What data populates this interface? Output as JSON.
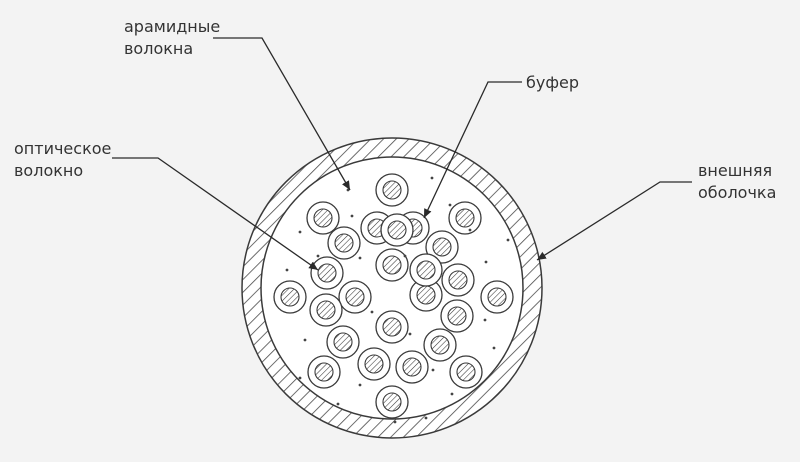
{
  "diagram": {
    "labels": {
      "aramid": [
        "арамидные",
        "волокна"
      ],
      "buffer": "буфер",
      "optical_fiber": [
        "оптическое",
        "волокно"
      ],
      "outer_jacket": [
        "внешняя",
        "оболочка"
      ]
    },
    "colors": {
      "background": "#f3f3f3",
      "stroke": "#3a3a3a",
      "text": "#333333"
    },
    "fiber_count": 26
  }
}
